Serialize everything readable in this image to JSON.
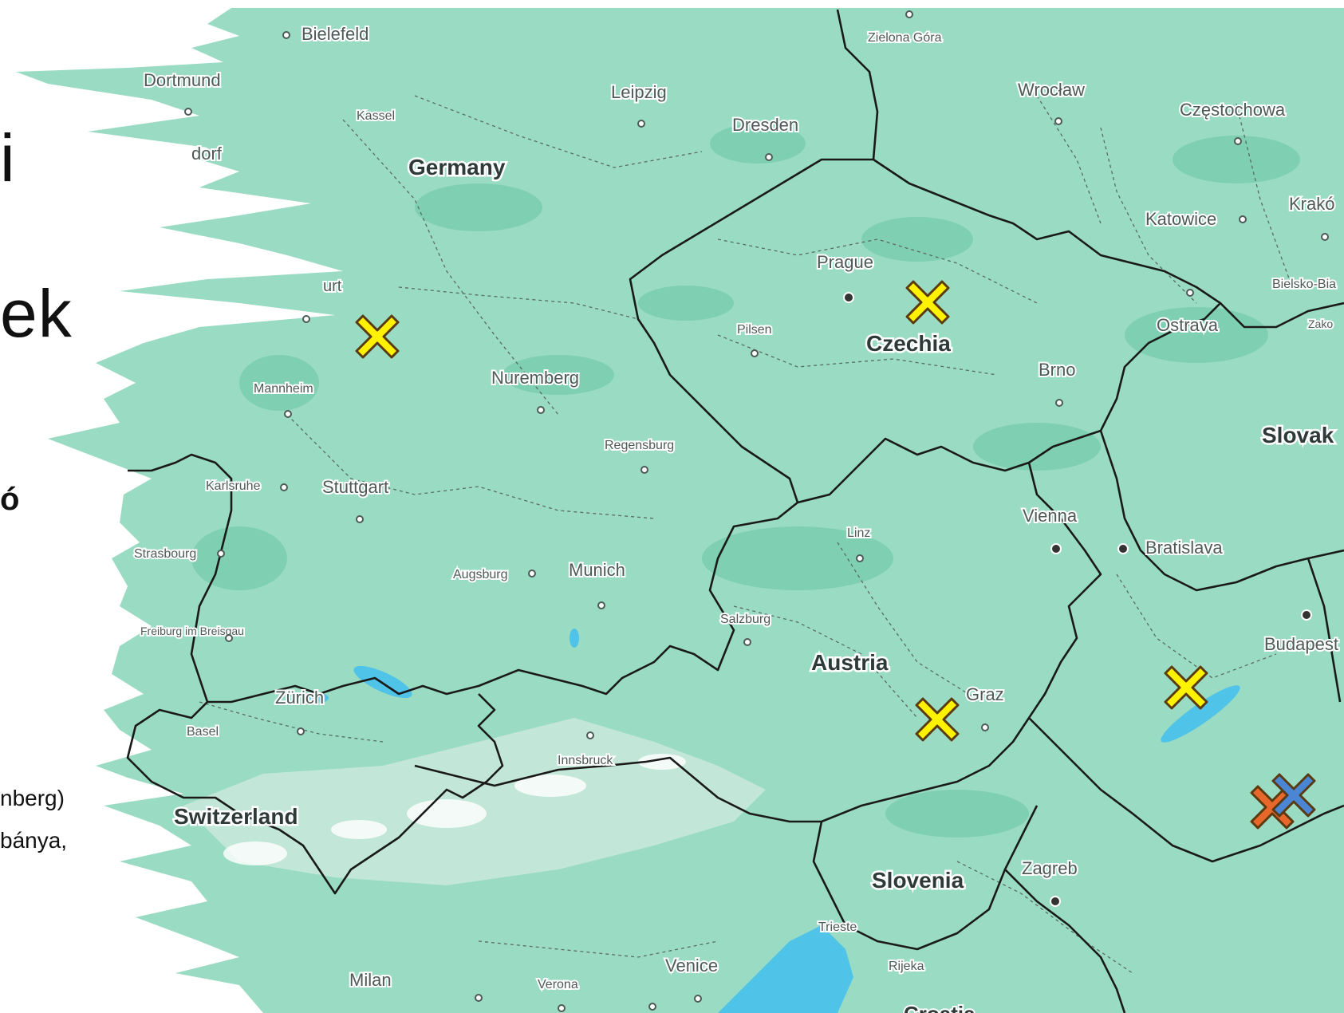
{
  "slide_text": {
    "frag_1": "i",
    "frag_2": "ek",
    "frag_3": "ó",
    "frag_4": "nberg)",
    "frag_5": "bánya,"
  },
  "map": {
    "land_color": "#9adcc3",
    "water_color": "#4fc3e8",
    "border_color": "#1a1a1a",
    "countries": [
      {
        "name": "Germany"
      },
      {
        "name": "Czechia"
      },
      {
        "name": "Austria"
      },
      {
        "name": "Switzerland"
      },
      {
        "name": "Slovenia"
      },
      {
        "name": "Slovak"
      }
    ],
    "cities": [
      {
        "name": "Bielefeld"
      },
      {
        "name": "Dortmund"
      },
      {
        "name": "Kassel"
      },
      {
        "name": "dorf"
      },
      {
        "name": "Leipzig"
      },
      {
        "name": "Dresden"
      },
      {
        "name": "Zielona Góra"
      },
      {
        "name": "Wrocław"
      },
      {
        "name": "Częstochowa"
      },
      {
        "name": "Katowice"
      },
      {
        "name": "Krakó"
      },
      {
        "name": "Bielsko-Bia"
      },
      {
        "name": "Zako"
      },
      {
        "name": "Ostrava"
      },
      {
        "name": "Prague"
      },
      {
        "name": "Pilsen"
      },
      {
        "name": "Brno"
      },
      {
        "name": "urt"
      },
      {
        "name": "Mannheim"
      },
      {
        "name": "Nuremberg"
      },
      {
        "name": "Regensburg"
      },
      {
        "name": "Karlsruhe"
      },
      {
        "name": "Stuttgart"
      },
      {
        "name": "Strasbourg"
      },
      {
        "name": "Augsburg"
      },
      {
        "name": "Munich"
      },
      {
        "name": "Freiburg im Breisgau"
      },
      {
        "name": "Linz"
      },
      {
        "name": "Vienna"
      },
      {
        "name": "Bratislava"
      },
      {
        "name": "Salzburg"
      },
      {
        "name": "Budapest"
      },
      {
        "name": "Graz"
      },
      {
        "name": "Zürich"
      },
      {
        "name": "Basel"
      },
      {
        "name": "Innsbruck"
      },
      {
        "name": "Zagreb"
      },
      {
        "name": "Trieste"
      },
      {
        "name": "Rijeka"
      },
      {
        "name": "Venice"
      },
      {
        "name": "Milan"
      },
      {
        "name": "Verona"
      },
      {
        "name": "Croatia"
      }
    ],
    "markers": [
      {
        "color": "#fff200",
        "label": "yellow-x-marker"
      },
      {
        "color": "#fff200",
        "label": "yellow-x-marker"
      },
      {
        "color": "#fff200",
        "label": "yellow-x-marker"
      },
      {
        "color": "#fff200",
        "label": "yellow-x-marker"
      },
      {
        "color": "#e8672a",
        "label": "orange-x-marker"
      },
      {
        "color": "#4a86d4",
        "label": "blue-x-marker"
      }
    ]
  }
}
